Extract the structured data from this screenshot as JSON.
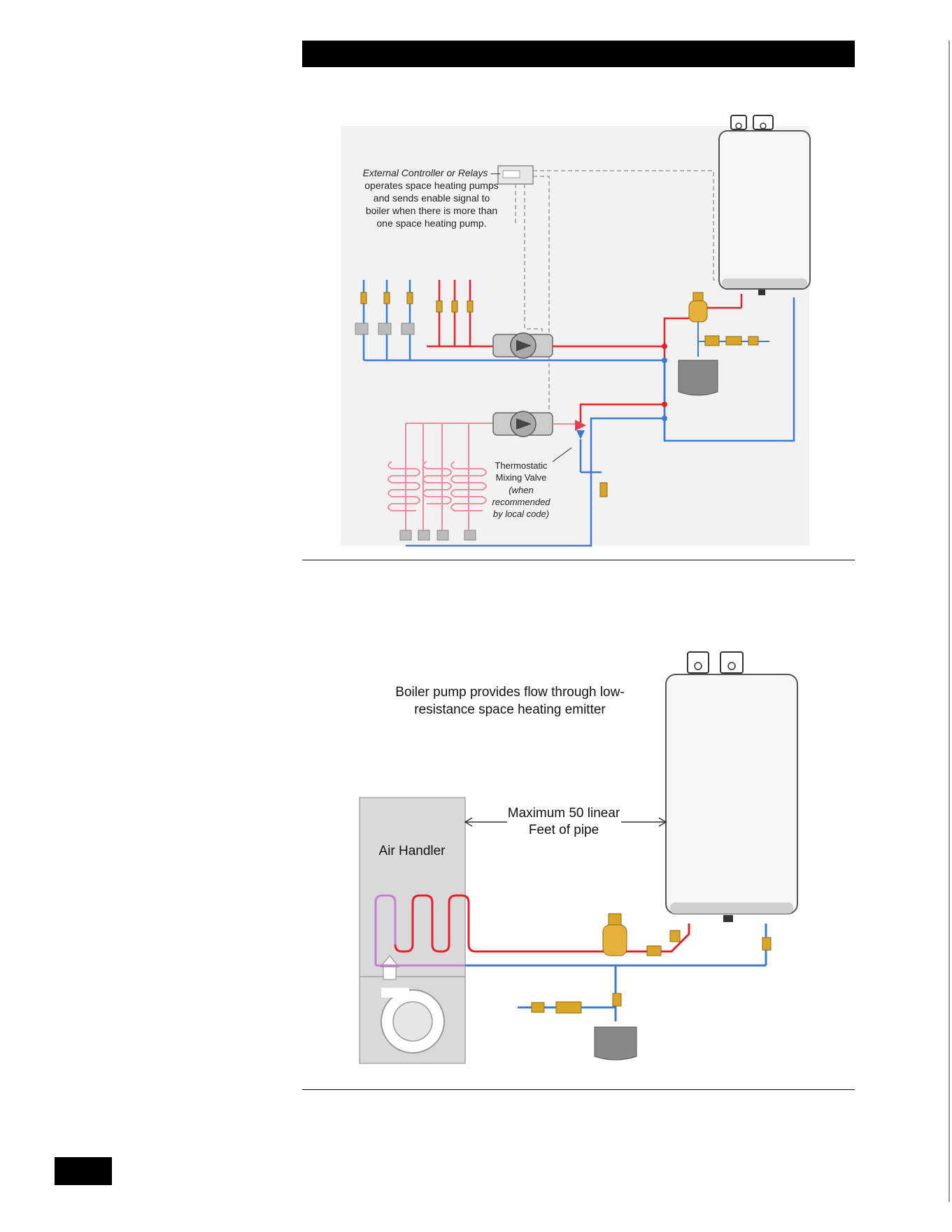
{
  "figure1": {
    "controller_label_italic": "External Controller or Relays —",
    "controller_lines": [
      "operates space heating pumps",
      "and sends enable signal to",
      "boiler when there is more than",
      "one space heating pump."
    ],
    "mixing_valve_lines": [
      "Thermostatic",
      "Mixing Valve"
    ],
    "mixing_valve_note_lines": [
      "(when",
      "recommended",
      "by local code)"
    ]
  },
  "figure2": {
    "pump_note_lines": [
      "Boiler pump provides flow through low-",
      "resistance space heating emitter"
    ],
    "air_handler_label": "Air Handler",
    "distance_lines": [
      "Maximum 50 linear",
      "Feet of pipe"
    ]
  },
  "colors": {
    "supply": "#e8202a",
    "return": "#3a7bd5",
    "radiant": "#f08aa0",
    "valve": "#d9a62a",
    "boiler_body": "#f4f4f4",
    "air_handler": "#d9d9d9",
    "coil_mix": "#c77fd6"
  }
}
